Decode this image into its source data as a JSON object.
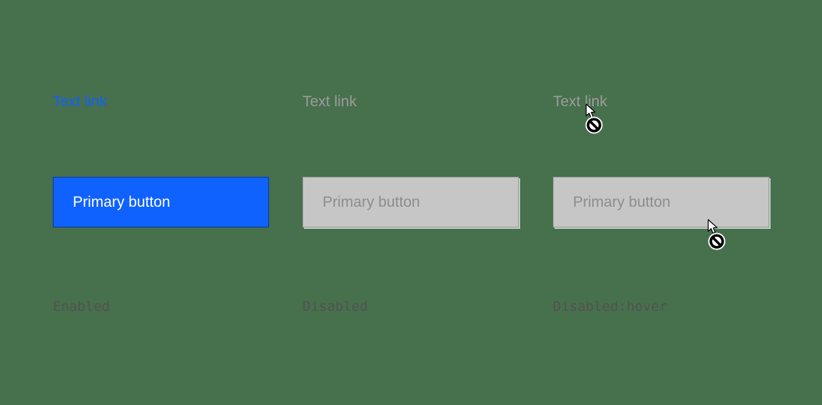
{
  "colors": {
    "background": "#47704d",
    "link_enabled": "#0f62fe",
    "link_disabled": "#9c9c9c",
    "button_enabled_bg": "#0f62fe",
    "button_enabled_text": "#ffffff",
    "button_disabled_bg": "#c6c6c6",
    "button_disabled_text": "#8d8d8d",
    "state_label": "#525252"
  },
  "columns": [
    {
      "state": "enabled",
      "link_label": "Text link",
      "button_label": "Primary button",
      "state_label": "Enabled"
    },
    {
      "state": "disabled",
      "link_label": "Text link",
      "button_label": "Primary button",
      "state_label": "Disabled"
    },
    {
      "state": "disabled-hover",
      "link_label": "Text link",
      "button_label": "Primary button",
      "state_label": "Disabled:hover"
    }
  ],
  "icons": {
    "pointer_cursor": "arrow-pointer-cursor",
    "not_allowed": "not-allowed-symbol"
  }
}
